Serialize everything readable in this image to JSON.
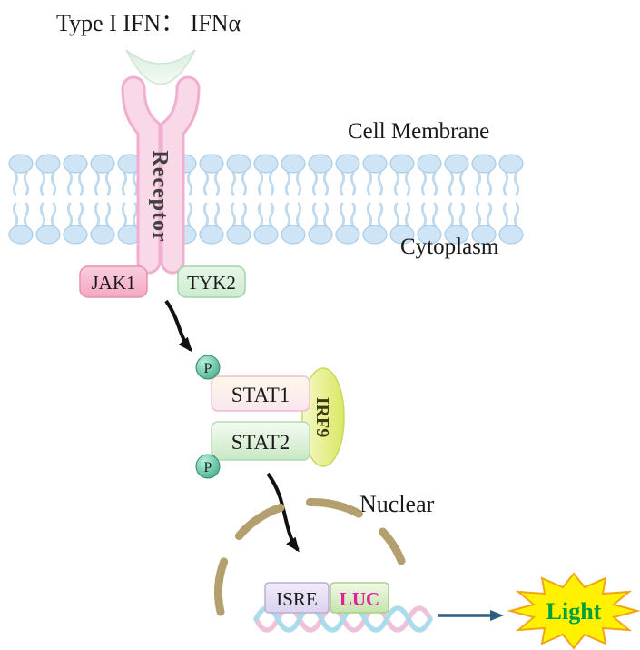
{
  "figure": {
    "title": "Type I IFN：  IFNα"
  },
  "membrane": {
    "cell_membrane_label": "Cell Membrane",
    "cytoplasm_label": "Cytoplasm"
  },
  "receptor": {
    "label": "Receptor"
  },
  "kinases": {
    "jak1_label": "JAK1",
    "tyk2_label": "TYK2"
  },
  "stat_complex": {
    "stat1_label": "STAT1",
    "stat2_label": "STAT2",
    "irf9_label": "IRF9",
    "phospho_label": "P"
  },
  "nucleus": {
    "label": "Nuclear",
    "isre_label": "ISRE",
    "luc_label": "LUC"
  },
  "output": {
    "light_label": "Light"
  },
  "colors": {
    "receptor_pink": "#f9d8e8",
    "lipid_head_blue": "#cfe4f4",
    "jak1_pink": "#f3a9c5",
    "tyk2_green": "#cdeccf",
    "phospho_green": "#35a07f",
    "stat1_fill": "#fae6ef",
    "stat2_fill": "#c9e8c4",
    "irf9_yellow_green": "#dbe763",
    "nuclear_membrane_tan": "#b3a06e",
    "isre_lavender": "#dcd2ee",
    "luc_green": "#c6e3ab",
    "luc_text_magenta": "#e0209a",
    "star_yellow": "#fff100",
    "star_outline_orange": "#f0a41c",
    "light_text_green": "#00a03c",
    "arrow_black": "#111111",
    "arrow_teal": "#2a5f80"
  }
}
